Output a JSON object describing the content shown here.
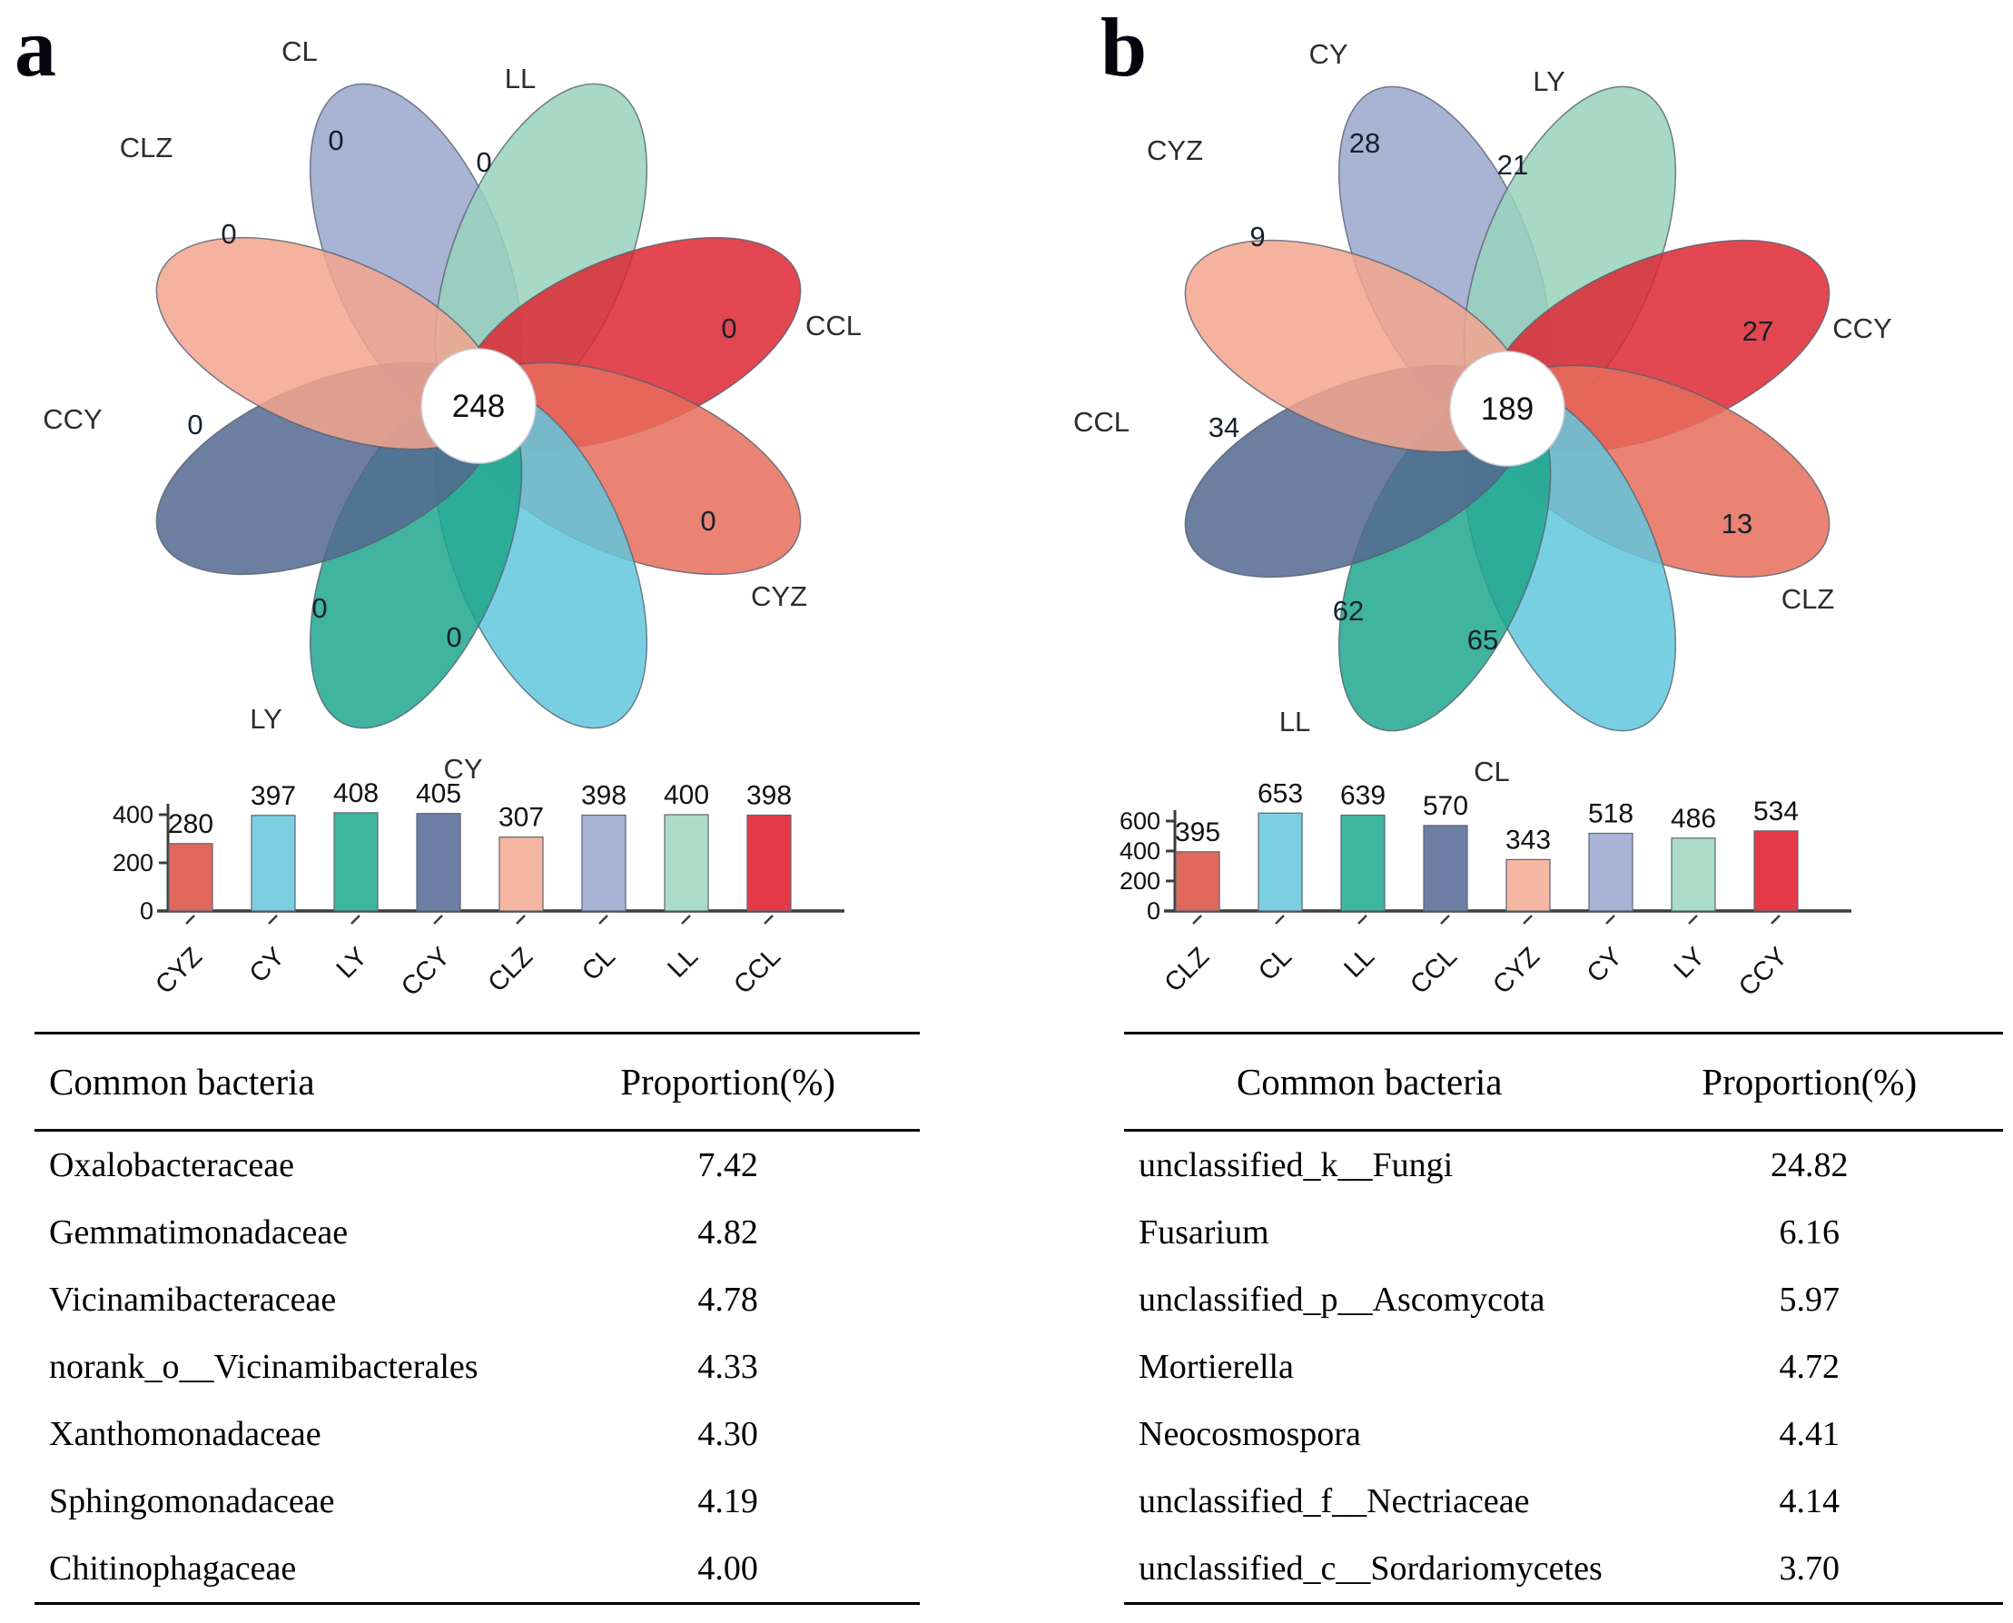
{
  "figure": {
    "petal_colors": [
      "#9aa6cd",
      "#98d2bc",
      "#dd2733",
      "#e66d5c",
      "#62c7dd",
      "#1ea78d",
      "#54688f",
      "#f2a58e"
    ],
    "bar_colors": [
      "#e0685a",
      "#7ccfe0",
      "#3db69d",
      "#6d7ea5",
      "#f5b6a2",
      "#a9b3d5",
      "#abdcc9",
      "#e63946"
    ],
    "panels": [
      {
        "label": "a",
        "flower": {
          "center_count": "248",
          "petals": [
            {
              "name": "CL",
              "count": "0"
            },
            {
              "name": "LL",
              "count": "0"
            },
            {
              "name": "CCL",
              "count": "0"
            },
            {
              "name": "CYZ",
              "count": "0"
            },
            {
              "name": "CY",
              "count": "0"
            },
            {
              "name": "LY",
              "count": "0"
            },
            {
              "name": "CCY",
              "count": "0"
            },
            {
              "name": "CLZ",
              "count": "0"
            }
          ]
        },
        "bars": {
          "categories": [
            "CYZ",
            "CY",
            "LY",
            "CCY",
            "CLZ",
            "CL",
            "LL",
            "CCL"
          ],
          "values": [
            280,
            397,
            408,
            405,
            307,
            398,
            400,
            398
          ],
          "yticks": [
            0,
            200,
            400
          ]
        },
        "table": {
          "headers": [
            "Common bacteria",
            "Proportion(%)"
          ],
          "rows": [
            [
              "Oxalobacteraceae",
              "7.42"
            ],
            [
              "Gemmatimonadaceae",
              "4.82"
            ],
            [
              "Vicinamibacteraceae",
              "4.78"
            ],
            [
              "norank_o__Vicinamibacterales",
              "4.33"
            ],
            [
              "Xanthomonadaceae",
              "4.30"
            ],
            [
              "Sphingomonadaceae",
              "4.19"
            ],
            [
              "Chitinophagaceae",
              "4.00"
            ]
          ]
        }
      },
      {
        "label": "b",
        "flower": {
          "center_count": "189",
          "petals": [
            {
              "name": "CY",
              "count": "28"
            },
            {
              "name": "LY",
              "count": "21"
            },
            {
              "name": "CCY",
              "count": "27"
            },
            {
              "name": "CLZ",
              "count": "13"
            },
            {
              "name": "CL",
              "count": "65"
            },
            {
              "name": "LL",
              "count": "62"
            },
            {
              "name": "CCL",
              "count": "34"
            },
            {
              "name": "CYZ",
              "count": "9"
            }
          ]
        },
        "bars": {
          "categories": [
            "CLZ",
            "CL",
            "LL",
            "CCL",
            "CYZ",
            "CY",
            "LY",
            "CCY"
          ],
          "values": [
            395,
            653,
            639,
            570,
            343,
            518,
            486,
            534
          ],
          "yticks": [
            0,
            200,
            400,
            600
          ]
        },
        "table": {
          "headers": [
            "Common bacteria",
            "Proportion(%)"
          ],
          "rows": [
            [
              "unclassified_k__Fungi",
              "24.82"
            ],
            [
              "Fusarium",
              "6.16"
            ],
            [
              "unclassified_p__Ascomycota",
              "5.97"
            ],
            [
              "Mortierella",
              "4.72"
            ],
            [
              "Neocosmospora",
              "4.41"
            ],
            [
              "unclassified_f__Nectriaceae",
              "4.14"
            ],
            [
              "unclassified_c__Sordariomycetes",
              "3.70"
            ]
          ]
        }
      }
    ]
  },
  "chart_data": [
    {
      "type": "venn-flower",
      "panel": "a",
      "core_shared_count": 248,
      "petal_unique_counts": {
        "CL": 0,
        "LL": 0,
        "CCL": 0,
        "CYZ": 0,
        "CY": 0,
        "LY": 0,
        "CCY": 0,
        "CLZ": 0
      }
    },
    {
      "type": "bar",
      "panel": "a",
      "categories": [
        "CYZ",
        "CY",
        "LY",
        "CCY",
        "CLZ",
        "CL",
        "LL",
        "CCL"
      ],
      "values": [
        280,
        397,
        408,
        405,
        307,
        398,
        400,
        398
      ],
      "title": "",
      "xlabel": "",
      "ylabel": "",
      "ylim": [
        0,
        440
      ],
      "yticks": [
        0,
        200,
        400
      ],
      "grid": false,
      "legend": "none"
    },
    {
      "type": "table",
      "panel": "a",
      "columns": [
        "Common bacteria",
        "Proportion(%)"
      ],
      "rows": [
        [
          "Oxalobacteraceae",
          7.42
        ],
        [
          "Gemmatimonadaceae",
          4.82
        ],
        [
          "Vicinamibacteraceae",
          4.78
        ],
        [
          "norank_o__Vicinamibacterales",
          4.33
        ],
        [
          "Xanthomonadaceae",
          4.3
        ],
        [
          "Sphingomonadaceae",
          4.19
        ],
        [
          "Chitinophagaceae",
          4.0
        ]
      ]
    },
    {
      "type": "venn-flower",
      "panel": "b",
      "core_shared_count": 189,
      "petal_unique_counts": {
        "CY": 28,
        "LY": 21,
        "CCY": 27,
        "CLZ": 13,
        "CL": 65,
        "LL": 62,
        "CCL": 34,
        "CYZ": 9
      }
    },
    {
      "type": "bar",
      "panel": "b",
      "categories": [
        "CLZ",
        "CL",
        "LL",
        "CCL",
        "CYZ",
        "CY",
        "LY",
        "CCY"
      ],
      "values": [
        395,
        653,
        639,
        570,
        343,
        518,
        486,
        534
      ],
      "title": "",
      "xlabel": "",
      "ylabel": "",
      "ylim": [
        0,
        700
      ],
      "yticks": [
        0,
        200,
        400,
        600
      ],
      "grid": false,
      "legend": "none"
    },
    {
      "type": "table",
      "panel": "b",
      "columns": [
        "Common bacteria",
        "Proportion(%)"
      ],
      "rows": [
        [
          "unclassified_k__Fungi",
          24.82
        ],
        [
          "Fusarium",
          6.16
        ],
        [
          "unclassified_p__Ascomycota",
          5.97
        ],
        [
          "Mortierella",
          4.72
        ],
        [
          "Neocosmospora",
          4.41
        ],
        [
          "unclassified_f__Nectriaceae",
          4.14
        ],
        [
          "unclassified_c__Sordariomycetes",
          3.7
        ]
      ]
    }
  ]
}
